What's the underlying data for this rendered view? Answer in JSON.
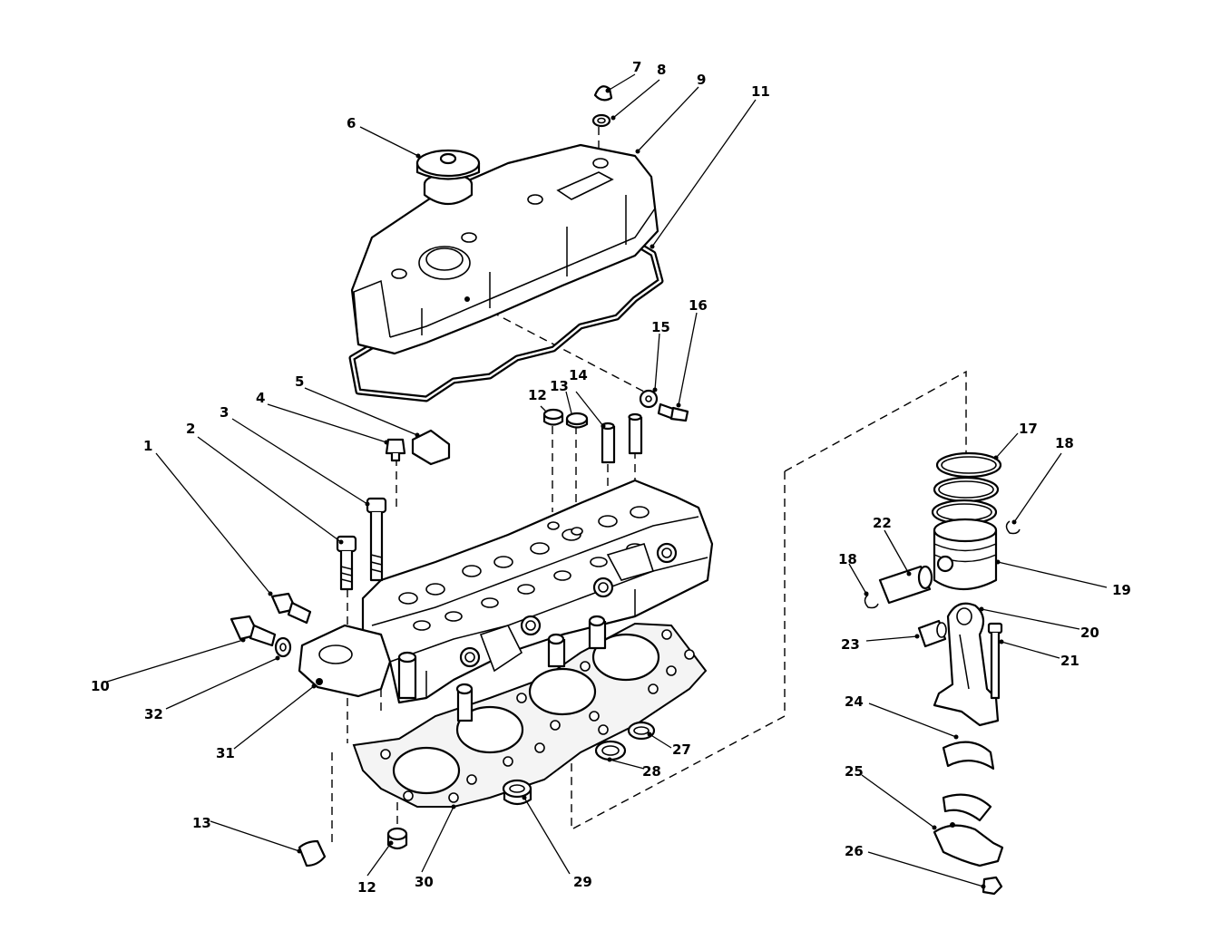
{
  "callouts": [
    {
      "id": "c1",
      "label": "1"
    },
    {
      "id": "c2",
      "label": "2"
    },
    {
      "id": "c3",
      "label": "3"
    },
    {
      "id": "c4",
      "label": "4"
    },
    {
      "id": "c5",
      "label": "5"
    },
    {
      "id": "c6",
      "label": "6"
    },
    {
      "id": "c7",
      "label": "7"
    },
    {
      "id": "c8",
      "label": "8"
    },
    {
      "id": "c9",
      "label": "9"
    },
    {
      "id": "c10",
      "label": "10"
    },
    {
      "id": "c11",
      "label": "11"
    },
    {
      "id": "c12a",
      "label": "12"
    },
    {
      "id": "c12b",
      "label": "12"
    },
    {
      "id": "c13a",
      "label": "13"
    },
    {
      "id": "c13b",
      "label": "13"
    },
    {
      "id": "c14",
      "label": "14"
    },
    {
      "id": "c15",
      "label": "15"
    },
    {
      "id": "c16",
      "label": "16"
    },
    {
      "id": "c17",
      "label": "17"
    },
    {
      "id": "c18a",
      "label": "18"
    },
    {
      "id": "c18b",
      "label": "18"
    },
    {
      "id": "c19",
      "label": "19"
    },
    {
      "id": "c20",
      "label": "20"
    },
    {
      "id": "c21",
      "label": "21"
    },
    {
      "id": "c22",
      "label": "22"
    },
    {
      "id": "c23",
      "label": "23"
    },
    {
      "id": "c24",
      "label": "24"
    },
    {
      "id": "c25",
      "label": "25"
    },
    {
      "id": "c26",
      "label": "26"
    },
    {
      "id": "c27",
      "label": "27"
    },
    {
      "id": "c28",
      "label": "28"
    },
    {
      "id": "c29",
      "label": "29"
    },
    {
      "id": "c30",
      "label": "30"
    },
    {
      "id": "c31",
      "label": "31"
    },
    {
      "id": "c32",
      "label": "32"
    }
  ]
}
